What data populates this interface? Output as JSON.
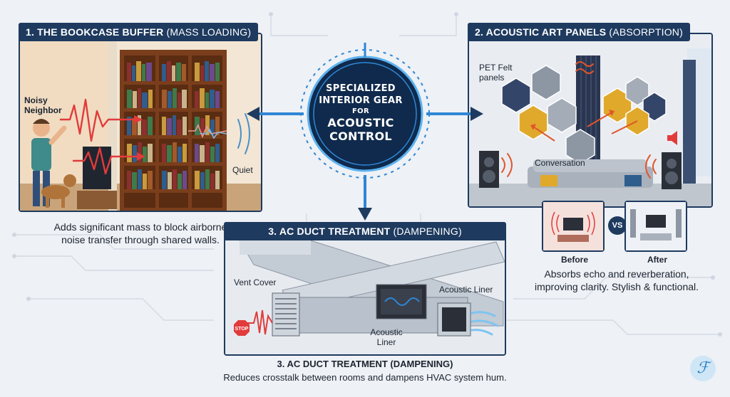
{
  "hub": {
    "line1": "SPECIALIZED",
    "line2": "INTERIOR GEAR",
    "line3": "FOR",
    "line4": "ACOUSTIC",
    "line5": "CONTROL"
  },
  "panel1": {
    "title_bold": "1. THE BOOKCASE BUFFER",
    "title_rest": " (MASS LOADING)",
    "label_noisy_1": "Noisy",
    "label_noisy_2": "Neighbor",
    "label_quiet": "Quiet",
    "caption_1": "Adds significant mass to block airborne",
    "caption_2": "noise transfer through shared walls."
  },
  "panel2": {
    "title_bold": "2. ACOUSTIC ART PANELS",
    "title_rest": " (ABSORPTION)",
    "label_pet_1": "PET Felt",
    "label_pet_2": "panels",
    "label_conversation": "Conversation",
    "before_label": "Before",
    "after_label": "After",
    "vs_label": "VS",
    "caption_1": "Absorbs echo and reverberation,",
    "caption_2": "improving clarity. Stylish & functional."
  },
  "panel3": {
    "title_bold": "3. AC DUCT TREATMENT",
    "title_rest": " (DAMPENING)",
    "label_vent": "Vent Cover",
    "label_liner_1": "Acoustic Liner",
    "label_liner_2a": "Acoustic",
    "label_liner_2b": "Liner",
    "stop_sign": "STOP",
    "caption_title": "3. AC DUCT TREATMENT (DAMPENING)",
    "caption_body": "Reduces crosstalk between rooms and dampens HVAC system hum."
  },
  "logo": {
    "glyph": "ℱ"
  },
  "colors": {
    "navy": "#1e3a5f",
    "accent_blue": "#2f86d6",
    "wave_red": "#e23b3b",
    "panel_gold": "#e0a92b",
    "panel_grey": "#8d96a3",
    "panel_navy": "#34456a"
  }
}
